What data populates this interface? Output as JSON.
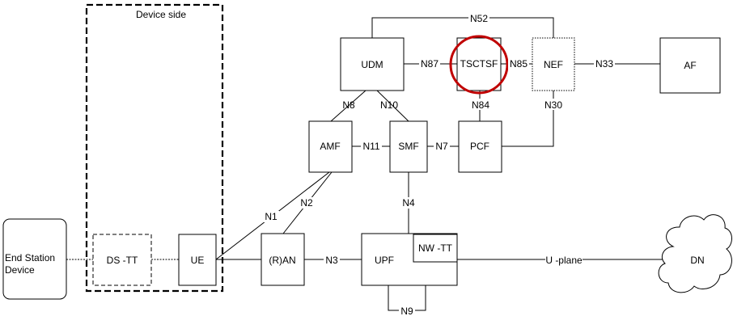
{
  "device_side_label": "Device side",
  "nodes": {
    "udm": "UDM",
    "tsctsf": "TSCTSF",
    "nef": "NEF",
    "af": "AF",
    "amf": "AMF",
    "smf": "SMF",
    "pcf": "PCF",
    "end_station_line1": "End Station",
    "end_station_line2": "Device",
    "ds_tt": "DS -TT",
    "ue": "UE",
    "ran": "(R)AN",
    "upf": "UPF",
    "nw_tt": "NW -TT",
    "dn": "DN"
  },
  "interfaces": {
    "n52": "N52",
    "n87": "N87",
    "n85": "N85",
    "n33": "N33",
    "n8": "N8",
    "n10": "N10",
    "n84": "N84",
    "n30": "N30",
    "n11": "N11",
    "n7": "N7",
    "n4": "N4",
    "n1": "N1",
    "n2": "N2",
    "n3": "N3",
    "n9": "N9",
    "u_plane": "U -plane"
  },
  "highlight_color": "#c00000"
}
